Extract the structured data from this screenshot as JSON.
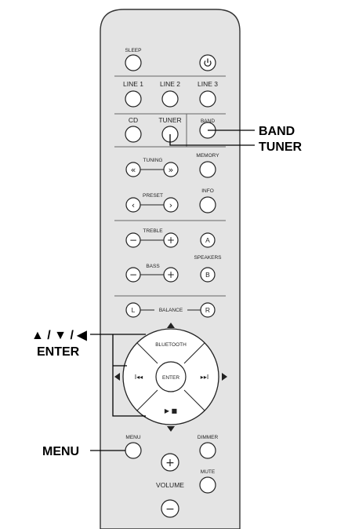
{
  "remote": {
    "sleep": "SLEEP",
    "line1": "LINE 1",
    "line2": "LINE 2",
    "line3": "LINE 3",
    "cd": "CD",
    "tuner": "TUNER",
    "band": "BAND",
    "tuning": "TUNING",
    "memory": "MEMORY",
    "preset": "PRESET",
    "info": "INFO",
    "treble": "TREBLE",
    "bass": "BASS",
    "speakers": "SPEAKERS",
    "speaker_a": "A",
    "speaker_b": "B",
    "balance": "BALANCE",
    "balance_l": "L",
    "balance_r": "R",
    "bluetooth": "BLUETOOTH",
    "enter": "ENTER",
    "menu": "MENU",
    "dimmer": "DIMMER",
    "volume": "VOLUME",
    "mute": "MUTE"
  },
  "callouts": {
    "band": "BAND",
    "tuner": "TUNER",
    "arrows": "▲ / ▼ / ◀",
    "enter": "ENTER",
    "menu": "MENU"
  },
  "icons": [
    "power-icon",
    "rewind-icon",
    "fast-forward-icon",
    "skip-back-icon",
    "skip-forward-icon",
    "play-pause-icon",
    "plus-icon",
    "minus-icon"
  ]
}
